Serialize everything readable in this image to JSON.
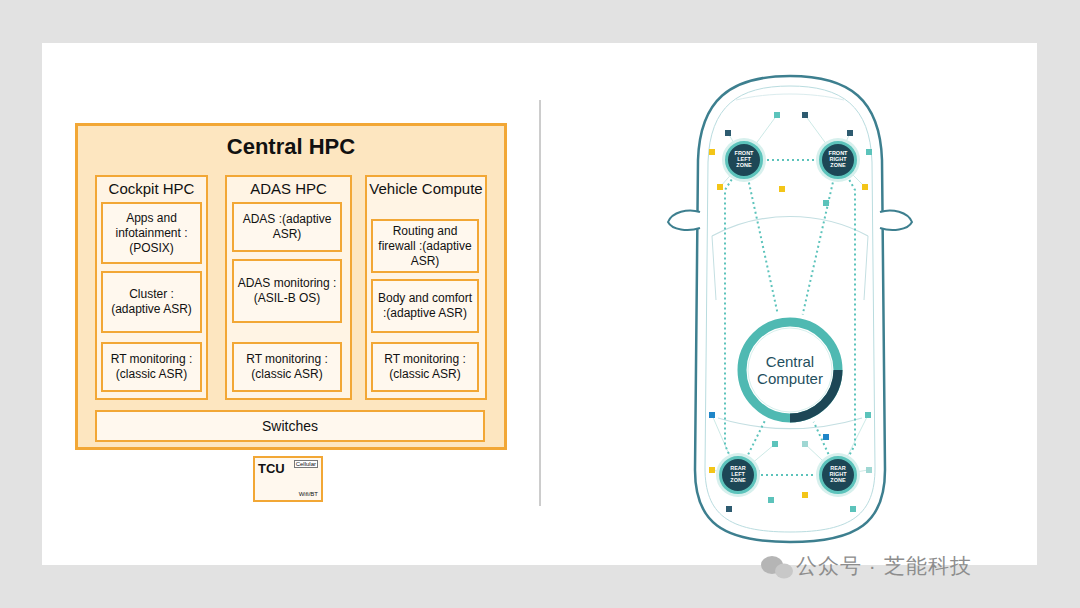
{
  "diagram": {
    "nodes": [
      {
        "text": [
          "Central HPC"
        ]
      },
      {
        "text": [
          "Cockpit HPC"
        ],
        "in": 0
      },
      {
        "text": [
          "Apps and infotainment :(POSIX)"
        ],
        "in": 1
      },
      {
        "text": [
          "Cluster :(adaptive ASR)"
        ],
        "in": 1
      },
      {
        "text": [
          "RT monitoring :(classic ASR)"
        ],
        "in": 1
      },
      {
        "text": [
          "ADAS HPC"
        ],
        "in": 0
      },
      {
        "text": [
          "ADAS :(adaptive ASR)"
        ],
        "in": 5
      },
      {
        "text": [
          "ADAS monitoring :(ASIL-B OS)"
        ],
        "in": 5
      },
      {
        "text": [
          "RT monitoring :(classic ASR)"
        ],
        "in": 5
      },
      {
        "text": [
          "Vehicle Compute"
        ],
        "in": 0
      },
      {
        "text": [
          "Routing and firewall :(adaptive ASR)"
        ],
        "in": 9
      },
      {
        "text": [
          "Body and comfort :(adaptive ASR)"
        ],
        "in": 9
      },
      {
        "text": [
          "RT monitoring :(classic ASR)"
        ],
        "in": 9
      },
      {
        "text": [
          "Switches"
        ],
        "in": 0
      },
      {
        "text": [
          "TCU",
          "Cellular",
          "Wifi/BT"
        ]
      },
      {
        "text": [
          "FRONT LEFT ZONE"
        ]
      },
      {
        "text": [
          "FRONT RIGHT ZONE"
        ]
      },
      {
        "text": [
          "Central Computer"
        ]
      },
      {
        "text": [
          "REAR LEFT ZONE"
        ]
      },
      {
        "text": [
          "REAR RIGHT ZONE"
        ]
      }
    ],
    "edges": [
      {
        "from": 15,
        "to": 16,
        "arrow": "none"
      },
      {
        "from": 15,
        "to": 18,
        "arrow": "none"
      },
      {
        "from": 16,
        "to": 19,
        "arrow": "none"
      },
      {
        "from": 18,
        "to": 19,
        "arrow": "none"
      },
      {
        "from": 15,
        "to": 17,
        "arrow": "none"
      },
      {
        "from": 16,
        "to": 17,
        "arrow": "none"
      },
      {
        "from": 18,
        "to": 17,
        "arrow": "none"
      },
      {
        "from": 19,
        "to": 17,
        "arrow": "none"
      }
    ],
    "labels": [
      "公众号 · 芝能科技"
    ]
  }
}
